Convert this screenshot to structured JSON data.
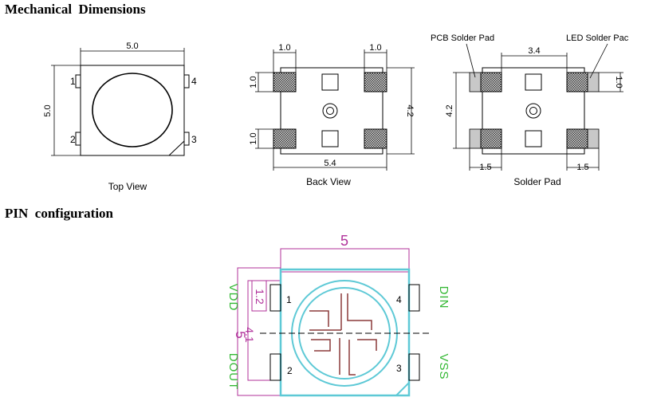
{
  "headings": {
    "mechanical": "Mechanical  Dimensions",
    "pin_config": "PIN  configuration"
  },
  "top_view": {
    "caption": "Top View",
    "width": "5.0",
    "height": "5.0",
    "pins": [
      "1",
      "2",
      "3",
      "4"
    ]
  },
  "back_view": {
    "caption": "Back View",
    "pad_w_left": "1.0",
    "pad_w_right": "1.0",
    "pad_h_top": "1.0",
    "pad_h_bottom": "1.0",
    "height": "4.2",
    "width": "5.4"
  },
  "solder_pad": {
    "caption": "Solder Pad",
    "pcb_label": "PCB Solder Pad",
    "led_label": "LED Solder Pac",
    "spacing": "3.4",
    "height": "4.2",
    "right_pad_h": "1.0",
    "pad_left": "1.5",
    "pad_right": "1.5"
  },
  "pin_config": {
    "width": "5",
    "height": "5",
    "pad_h": "1.2",
    "pitch": "4.1",
    "pins": [
      "1",
      "2",
      "3",
      "4"
    ],
    "signals": {
      "vdd": "VDD",
      "dout": "DOUT",
      "din": "DIN",
      "vss": "VSS"
    },
    "colors": {
      "outline": "#b0309a",
      "body": "#5ec9d6",
      "signal": "#34b834",
      "trace": "#8b3a3a"
    }
  }
}
